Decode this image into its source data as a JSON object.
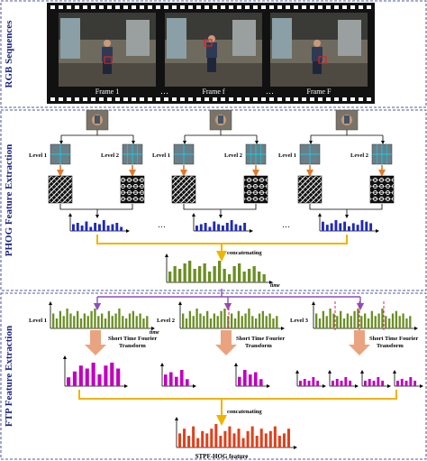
{
  "sections": {
    "rgb": "RGB Sequences",
    "phog": "PHOG Feature Extraction",
    "ftp": "FTP Feature Extraction"
  },
  "frames": [
    "Frame 1",
    "Frame f",
    "Frame F"
  ],
  "ellipsis": "…",
  "levels": {
    "level1": "Level 1",
    "level2": "Level 2",
    "level3": "Level 3"
  },
  "labels": {
    "concat1": "concatenating",
    "concat2": "concatenating",
    "time": "time",
    "stft": "Short Time Fourier Transform",
    "output": "STPF-HOG feature"
  },
  "colors": {
    "navy": "#1a237e",
    "blue_bars": "#1f2bb5",
    "green_bars": "#6b8e23",
    "magenta_bars": "#c000c0",
    "red_bars": "#e0401b",
    "gold_arrow": "#f0b400",
    "purple_arrow": "#8a4fbf",
    "salmon_arrow": "#e9a37f",
    "dashed_red": "#e0205a"
  },
  "charts": {
    "hist_small": [
      5,
      6,
      4,
      7,
      3,
      6,
      5,
      8,
      4,
      5,
      6,
      3
    ],
    "hist_small2": [
      4,
      5,
      6,
      3,
      7,
      5,
      4,
      6,
      8,
      5,
      4,
      6
    ],
    "hist_small3": [
      6,
      4,
      5,
      7,
      5,
      6,
      3,
      5,
      4,
      7,
      6,
      5
    ],
    "concat": [
      4,
      6,
      5,
      7,
      8,
      5,
      6,
      7,
      4,
      6,
      8,
      5,
      3,
      6,
      7,
      4,
      5,
      6,
      4,
      3
    ],
    "level_series": [
      6,
      4,
      7,
      5,
      8,
      6,
      5,
      7,
      4,
      6,
      5,
      7,
      8,
      5,
      6,
      4,
      7,
      5,
      6,
      8,
      5,
      4,
      6,
      7,
      5,
      6,
      4,
      5
    ],
    "fft1": [
      3,
      5,
      7,
      6,
      8,
      4,
      7,
      8,
      6
    ],
    "fft2a": [
      5,
      6,
      4,
      7,
      3
    ],
    "fft2b": [
      4,
      7,
      5,
      6,
      3
    ],
    "fft3": [
      3,
      4,
      3,
      5,
      3
    ],
    "output": [
      6,
      8,
      5,
      9,
      4,
      7,
      6,
      8,
      10,
      5,
      7,
      9,
      6,
      8,
      4,
      7,
      9,
      5,
      8,
      6,
      7,
      9,
      5,
      6,
      8
    ]
  }
}
